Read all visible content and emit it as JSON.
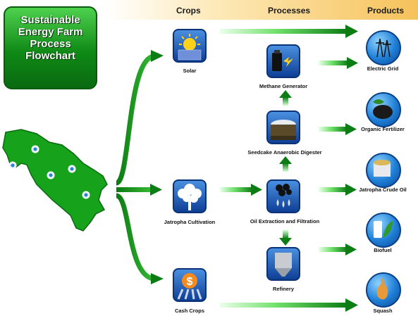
{
  "title": "Sustainable Energy Farm Process Flowchart",
  "columns": {
    "crops": "Crops",
    "processes": "Processes",
    "products": "Products"
  },
  "crops": {
    "solar": "Solar",
    "jatropha": "Jatropha Cultivation",
    "cash": "Cash Crops"
  },
  "processes": {
    "methane": "Methane Generator",
    "digester": "Seedcake Anaerobic Digester",
    "oil": "Oil Extraction and Filtration",
    "refinery": "Refinery"
  },
  "products": {
    "grid": "Electric Grid",
    "fertilizer": "Organic Fertilizer",
    "oil": "Jatropha Crude Oil",
    "biofuel": "Biofuel",
    "squash": "Squash"
  },
  "colors": {
    "green_dark": "#0a7a12",
    "green_light": "#5fe05a",
    "blue": "#1f6fd0",
    "header_orange": "#f6c25a"
  },
  "icons": [
    "solar-panel-icon",
    "jatropha-tree-icon",
    "cash-crop-icon",
    "methane-generator-icon",
    "digester-tank-icon",
    "oil-drops-icon",
    "refinery-tank-icon",
    "electric-grid-icon",
    "fertilizer-icon",
    "crude-oil-tank-icon",
    "biofuel-pump-icon",
    "squash-icon",
    "costa-rica-map-icon"
  ]
}
